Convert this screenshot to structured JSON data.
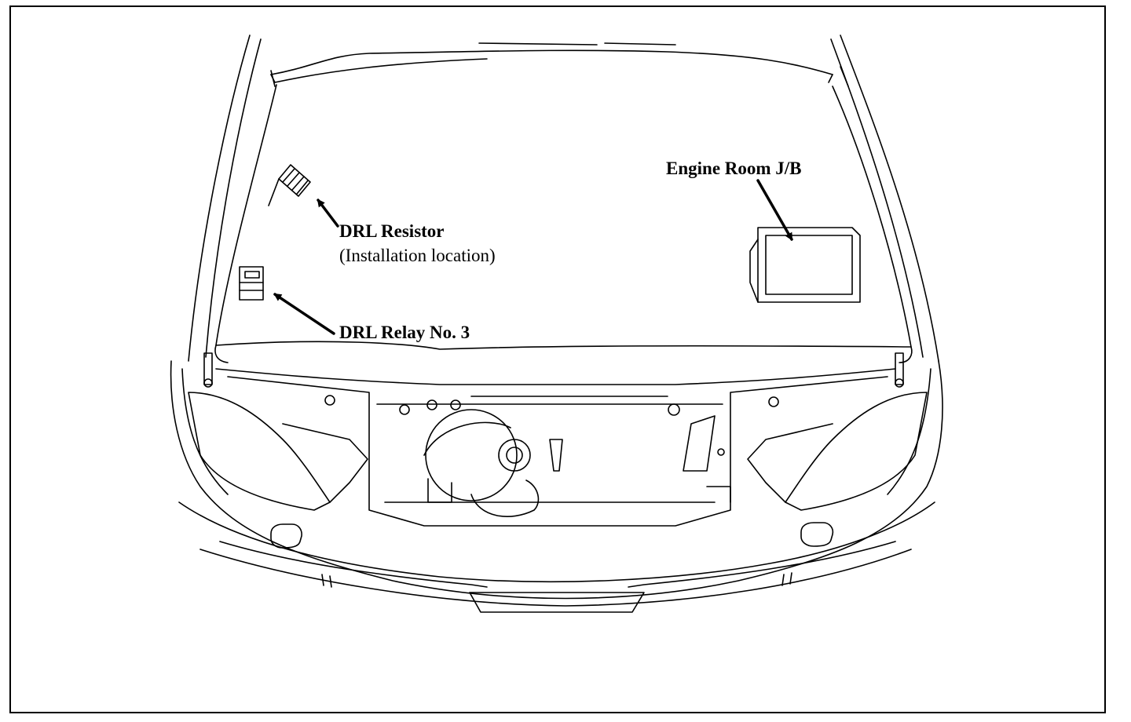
{
  "diagram": {
    "labels": {
      "drl_resistor": "DRL Resistor",
      "drl_resistor_note": "(Installation location)",
      "drl_relay": "DRL Relay No. 3",
      "engine_room_jb": "Engine Room J/B"
    },
    "colors": {
      "line": "#000000",
      "background": "#ffffff"
    }
  }
}
